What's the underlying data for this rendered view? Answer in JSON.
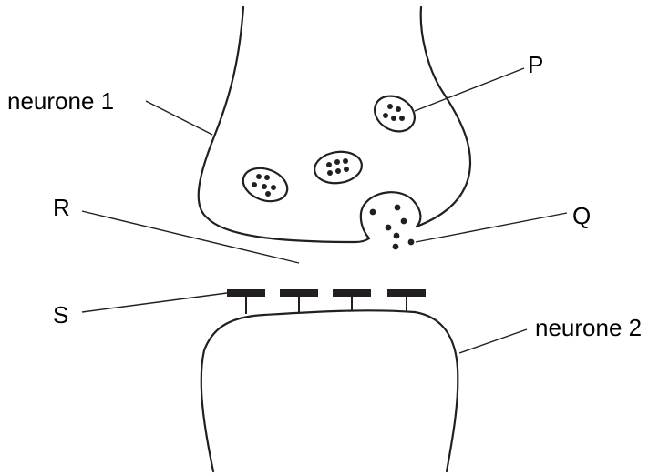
{
  "labels": {
    "neurone1": "neurone 1",
    "neurone2": "neurone 2",
    "P": "P",
    "Q": "Q",
    "R": "R",
    "S": "S"
  },
  "colors": {
    "line": "#231f20",
    "background": "#ffffff"
  }
}
